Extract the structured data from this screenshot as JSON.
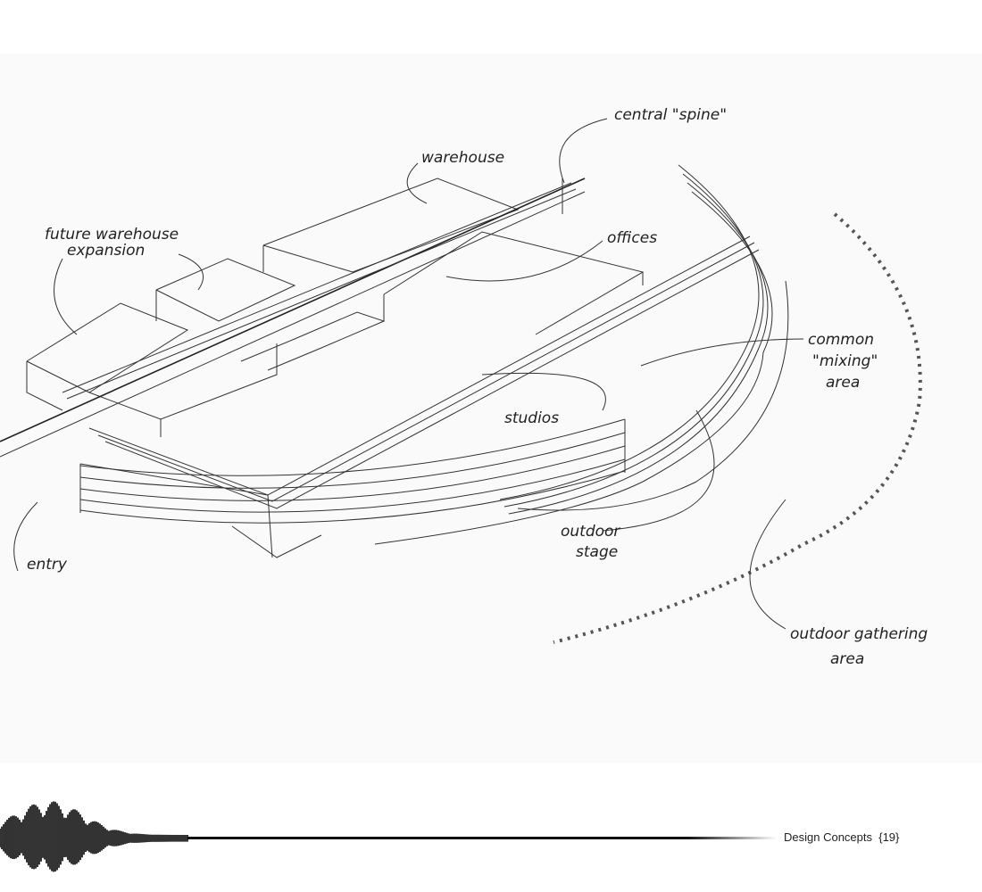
{
  "sketch": {
    "labels": {
      "warehouse": "warehouse",
      "central_spine": "central \"spine\"",
      "future_1": "future warehouse",
      "future_2": "expansion",
      "offices": "offices",
      "common_1": "common",
      "common_2": "\"mixing\"",
      "common_3": "area",
      "studios": "studios",
      "stage_1": "outdoor",
      "stage_2": "stage",
      "entry": "entry",
      "gathering_1": "outdoor gathering",
      "gathering_2": "area"
    }
  },
  "footer": {
    "title": "Design Concepts",
    "page": "{19}"
  }
}
